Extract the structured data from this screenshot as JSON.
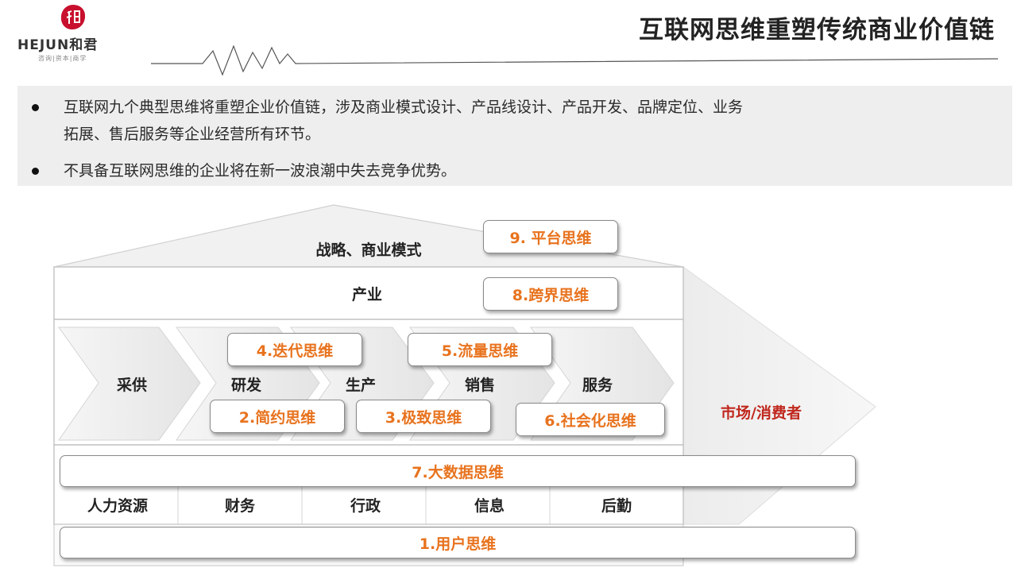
{
  "header": {
    "logo_brand": "HEJUN和君",
    "logo_sub": "咨询|资本|商学",
    "title": "互联网思维重塑传统商业价值链"
  },
  "bullets": [
    "互联网九个典型思维将重塑企业价值链，涉及商业模式设计、产品线设计、产品开发、品牌定位、业务",
    "拓展、售后服务等企业经营所有环节。",
    "不具备互联网思维的企业将在新一波浪潮中失去竞争优势。"
  ],
  "diagram": {
    "strategy_label": "战略、商业模式",
    "industry_label": "产业",
    "value_chain": [
      "采供",
      "研发",
      "生产",
      "销售",
      "服务"
    ],
    "support": [
      "人力资源",
      "财务",
      "行政",
      "信息",
      "后勤"
    ],
    "market_label": "市场/消费者",
    "thinking": {
      "t1": "1.用户思维",
      "t2": "2.简约思维",
      "t3": "3.极致思维",
      "t4": "4.迭代思维",
      "t5": "5.流量思维",
      "t6": "6.社会化思维",
      "t7": "7.大数据思维",
      "t8": "8.跨界思维",
      "t9": "9. 平台思维"
    }
  },
  "colors": {
    "accent": "#e8731e",
    "market": "#c0281e"
  }
}
